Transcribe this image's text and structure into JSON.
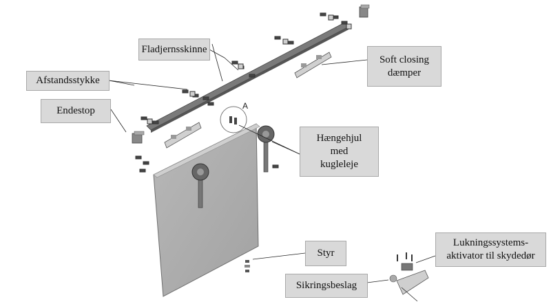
{
  "diagram": {
    "callouts": {
      "rail": "Fladjernsskinne",
      "spacer": "Afstandsstykke",
      "end_stop": "Endestop",
      "soft_close": [
        "Soft closing",
        "dæmper"
      ],
      "hanger_wheel": [
        "Hængehjul",
        "med",
        "kugleleje"
      ],
      "guide": "Styr",
      "safety_bracket": "Sikringsbeslag",
      "closing_activator": [
        "Lukningssystems-",
        "aktivator til skydedør"
      ]
    },
    "detail_marker": "A"
  }
}
